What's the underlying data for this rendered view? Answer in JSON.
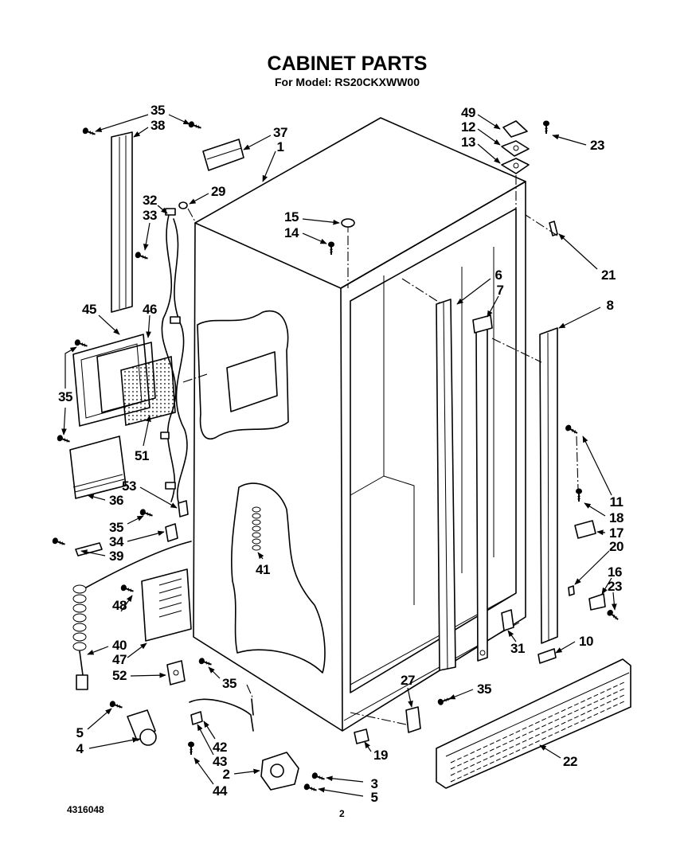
{
  "title": "CABINET PARTS",
  "subtitle": "For Model: RS20CKXWW00",
  "callouts": [
    "35",
    "38",
    "37",
    "1",
    "29",
    "32",
    "33",
    "15",
    "14",
    "49",
    "12",
    "13",
    "23",
    "21",
    "6",
    "7",
    "8",
    "45",
    "46",
    "35",
    "51",
    "53",
    "36",
    "35",
    "34",
    "39",
    "41",
    "11",
    "18",
    "17",
    "20",
    "16",
    "23",
    "48",
    "40",
    "47",
    "31",
    "10",
    "52",
    "35",
    "27",
    "35",
    "5",
    "4",
    "42",
    "43",
    "19",
    "22",
    "2",
    "3",
    "44",
    "5"
  ],
  "footer": {
    "doc_number": "4316048",
    "page_number": "2"
  }
}
